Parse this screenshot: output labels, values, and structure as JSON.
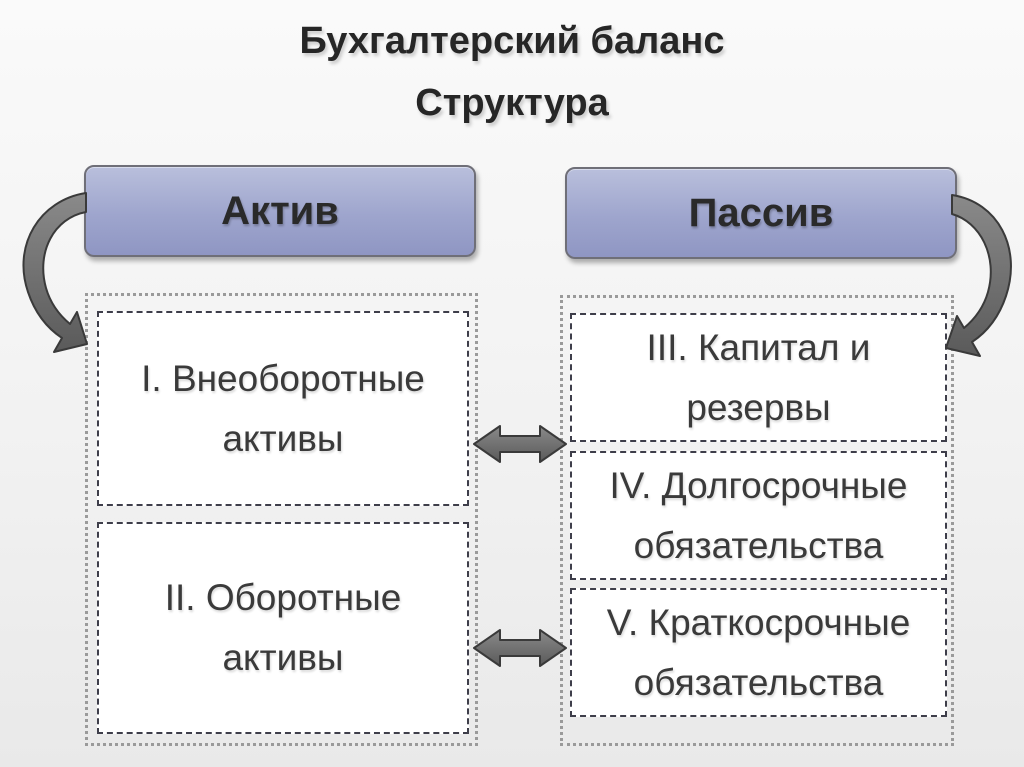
{
  "title": {
    "line1": "Бухгалтерский баланс",
    "line2": "Структура"
  },
  "headers": {
    "left": "Актив",
    "right": "Пассив"
  },
  "left_sections": [
    {
      "line1": "I. Внеоборотные",
      "line2": "активы"
    },
    {
      "line1": "II. Оборотные",
      "line2": "активы"
    }
  ],
  "right_sections": [
    {
      "line1": "III. Капитал и",
      "line2": "резервы"
    },
    {
      "line1": "IV. Долгосрочные",
      "line2": "обязательства"
    },
    {
      "line1": "V. Краткосрочные",
      "line2": "обязательства"
    }
  ],
  "colors": {
    "header_fill": "#9ea5cd",
    "arrow_fill": "#6e6e6e",
    "cell_border": "#3e3e4a"
  },
  "icons": [
    "curved-arrow-icon",
    "double-arrow-icon"
  ]
}
